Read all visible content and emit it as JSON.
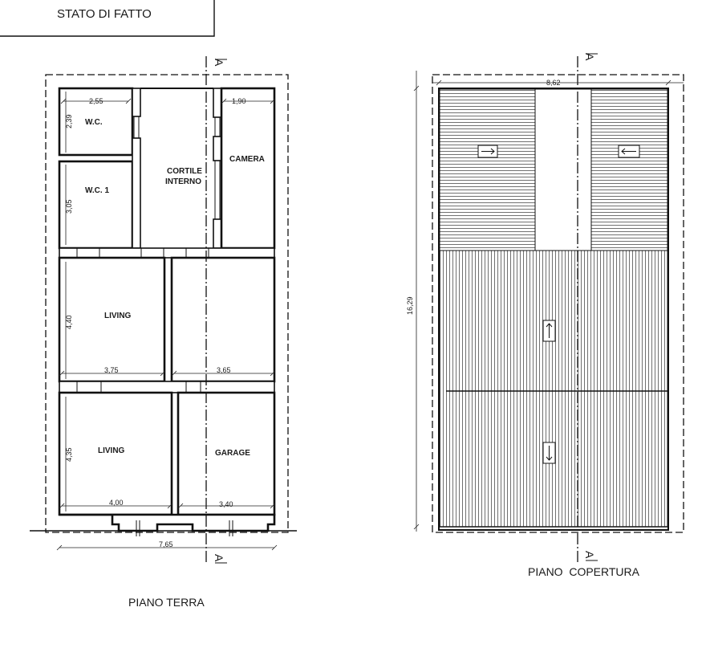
{
  "title": "STATO DI FATTO",
  "ground_floor": {
    "caption": "PIANO TERRA",
    "rooms": {
      "wc": "W.C.",
      "wc1": "W.C. 1",
      "courtyard_line1": "CORTILE",
      "courtyard_line2": "INTERNO",
      "bedroom": "CAMERA",
      "living_upper": "LIVING",
      "living_lower": "LIVING",
      "garage": "GARAGE"
    },
    "dimensions": {
      "wc_width": "2,55",
      "wc_height": "2,39",
      "wc1_height": "3,05",
      "bedroom_width": "1,90",
      "living_upper_height": "4,40",
      "living_upper_width": "3,75",
      "right_upper_width": "3,65",
      "living_lower_height": "4,35",
      "living_lower_width": "4,00",
      "garage_width": "3,40",
      "total_width": "7,65"
    },
    "section_marks": [
      "A",
      "A"
    ]
  },
  "roof": {
    "caption": "PIANO  COPERTURA",
    "dimensions": {
      "width": "8,62",
      "length": "16,29"
    },
    "slope_arrows": [
      "right",
      "left",
      "up",
      "down"
    ],
    "section_marks": [
      "A",
      "A"
    ]
  }
}
